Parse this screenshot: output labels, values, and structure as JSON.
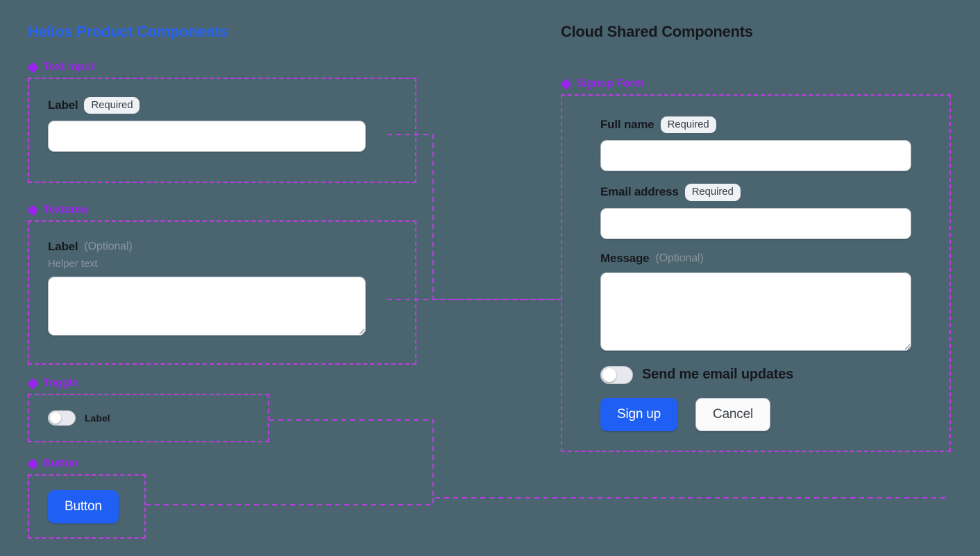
{
  "canvas": {
    "background_color": "#4b6570",
    "connector_color": "#c13ae8"
  },
  "left_panel": {
    "title": "Helios Product Components",
    "title_color": "#2563f2",
    "sections": [
      {
        "name": "Text Input",
        "icon": "diamond-cluster-icon",
        "label": "Label",
        "badge": "Required",
        "input_value": "",
        "input_placeholder": ""
      },
      {
        "name": "Textarea",
        "icon": "diamond-cluster-icon",
        "label": "Label",
        "optional_note": "(Optional)",
        "helper_text": "Helper text",
        "textarea_value": "",
        "textarea_placeholder": ""
      },
      {
        "name": "Toggle",
        "icon": "diamond-cluster-icon",
        "toggle_label": "Label",
        "toggle_state": "off"
      },
      {
        "name": "Button",
        "icon": "diamond-cluster-icon",
        "button_label": "Button",
        "button_color": "#1f5ff4"
      }
    ]
  },
  "right_panel": {
    "title": "Cloud Shared Components",
    "title_color": "#16181d",
    "section": {
      "name": "Signup Form",
      "icon": "diamond-cluster-icon",
      "fields": [
        {
          "label": "Full name",
          "badge": "Required",
          "value": "",
          "placeholder": ""
        },
        {
          "label": "Email address",
          "badge": "Required",
          "value": "",
          "placeholder": ""
        },
        {
          "label": "Message",
          "optional_note": "(Optional)",
          "value": "",
          "placeholder": ""
        }
      ],
      "toggle": {
        "label": "Send me email updates",
        "state": "off"
      },
      "primary_button": "Sign up",
      "secondary_button": "Cancel"
    }
  }
}
